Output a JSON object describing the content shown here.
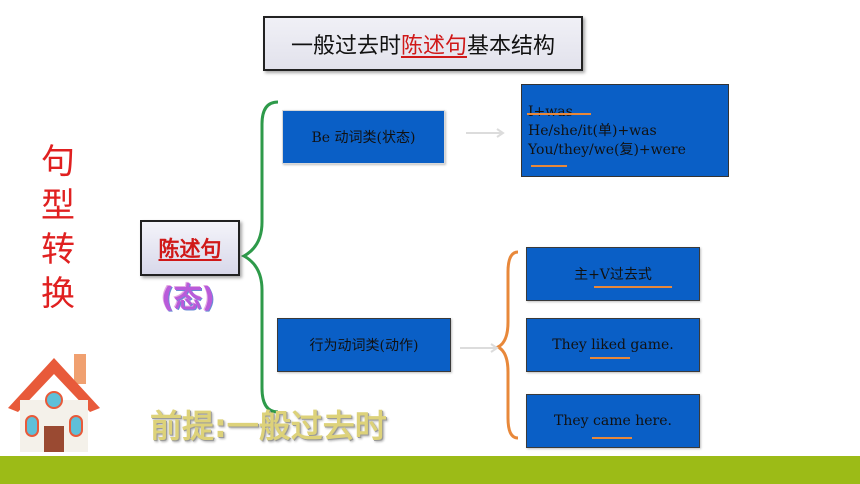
{
  "title": {
    "prefix": "一般过去时",
    "highlight": "陈述句",
    "suffix": "基本结构"
  },
  "side_title": [
    "句",
    "型",
    "转",
    "换"
  ],
  "root": {
    "label": "陈述句",
    "sub": "(态)"
  },
  "be_branch": {
    "label": "Be 动词类(状态)",
    "forms": [
      "I+was",
      "He/she/it(单)+was",
      "You/they/we(复)+were"
    ]
  },
  "action_branch": {
    "label": "行为动词类(动作)",
    "items": [
      "主+V过去式",
      "They liked game.",
      "They came here."
    ]
  },
  "premise": "前提:一般过去时",
  "colors": {
    "node_fill": "#0a5fc6",
    "title_highlight": "#d01818",
    "side_title": "#e02020",
    "green_brace": "#2e9a4a",
    "orange_brace": "#e8883a",
    "ground": "#9cbb17",
    "premise": "#ddd27a"
  },
  "icons": [
    "house-icon",
    "arrow-right-icon"
  ]
}
